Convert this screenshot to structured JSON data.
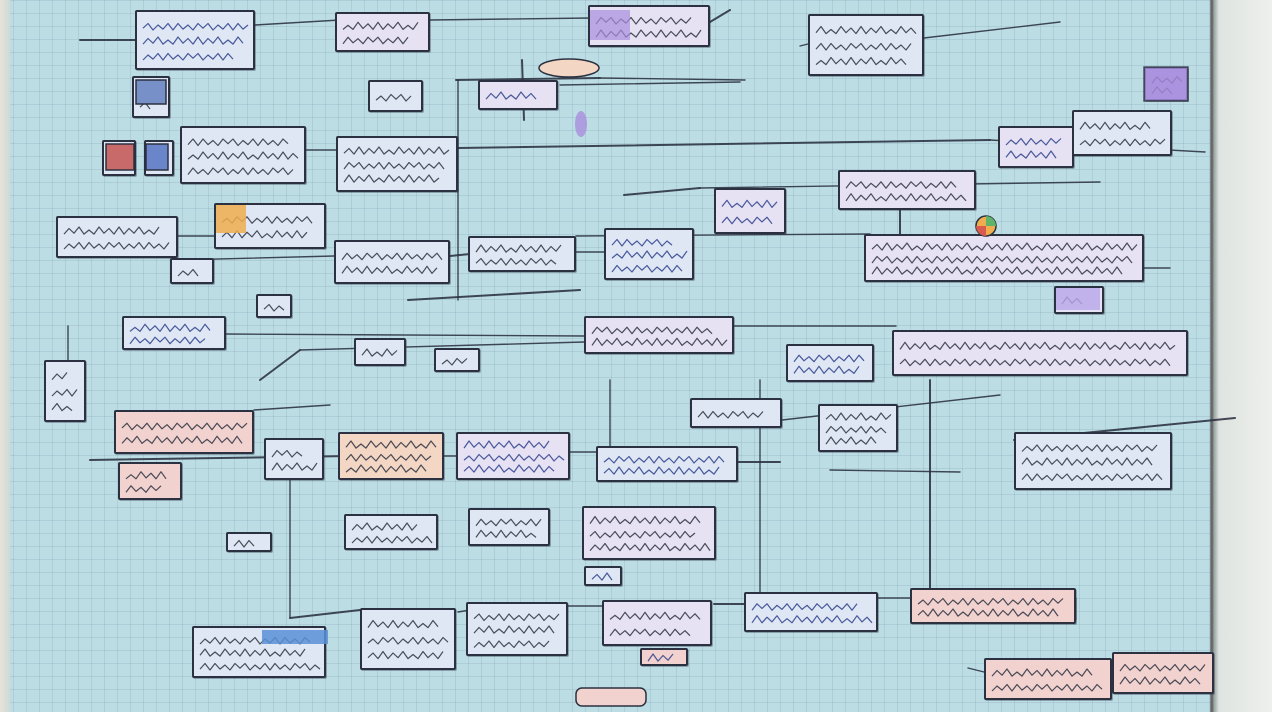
{
  "canvas": {
    "background": "#bddde5",
    "grid": true
  },
  "colors": {
    "ink": "#2b3140",
    "note_blue": "#dfe6f4",
    "note_lavender": "#e6e1f3",
    "note_pink": "#f1d2cf",
    "note_peach": "#f3d6c4",
    "accent_orange": "#f0ad4e",
    "accent_purple": "#a98fde",
    "accent_blue": "#5b8fd6"
  },
  "legible_text": [],
  "nodes": [
    {
      "id": "n01",
      "fill": "#dfe6f4"
    },
    {
      "id": "n02",
      "fill": "#e6e1f3"
    },
    {
      "id": "n03",
      "fill": "#e6e1f3"
    },
    {
      "id": "n04",
      "fill": "#dfe6f4"
    },
    {
      "id": "n05",
      "fill": "#dfe6f4"
    },
    {
      "id": "n06",
      "fill": "#e6e1f3"
    },
    {
      "id": "n07",
      "fill": "#b8a6ea"
    },
    {
      "id": "n08",
      "fill": "#dfe6f4"
    },
    {
      "id": "n09",
      "fill": "#dfe6f4"
    },
    {
      "id": "n10",
      "fill": "#dfe6f4"
    },
    {
      "id": "n11",
      "fill": "#e6e1f3"
    },
    {
      "id": "n12",
      "fill": "#dfe6f4"
    },
    {
      "id": "n13",
      "fill": "#dfe6f4"
    },
    {
      "id": "n14",
      "fill": "#dfe6f4"
    },
    {
      "id": "n15",
      "fill": "#e6e1f3"
    },
    {
      "id": "n16",
      "fill": "#e6e1f3"
    },
    {
      "id": "n17",
      "fill": "#dfe6f4"
    },
    {
      "id": "n18",
      "fill": "#dfe6f4"
    },
    {
      "id": "n19",
      "fill": "#dfe6f4"
    },
    {
      "id": "n20",
      "fill": "#dfe6f4"
    },
    {
      "id": "n21",
      "fill": "#dfe6f4"
    },
    {
      "id": "n22",
      "fill": "#e6e1f3"
    },
    {
      "id": "n23",
      "fill": "#dfe6f4"
    },
    {
      "id": "n24",
      "fill": "#e6e1f3"
    },
    {
      "id": "n25",
      "fill": "#dfe6f4"
    },
    {
      "id": "n26",
      "fill": "#dfe6f4"
    },
    {
      "id": "n27",
      "fill": "#e6e1f3"
    },
    {
      "id": "n28",
      "fill": "#dfe6f4"
    },
    {
      "id": "n29",
      "fill": "#dfe6f4"
    },
    {
      "id": "n30",
      "fill": "#dfe6f4"
    },
    {
      "id": "n31",
      "fill": "#dfe6f4"
    },
    {
      "id": "n32",
      "fill": "#e6e1f3"
    },
    {
      "id": "n33",
      "fill": "#dfe6f4"
    },
    {
      "id": "n34",
      "fill": "#dfe6f4"
    },
    {
      "id": "n35",
      "fill": "#dfe6f4"
    },
    {
      "id": "n36",
      "fill": "#e6e1f3"
    },
    {
      "id": "n37",
      "fill": "#f1d2cf"
    },
    {
      "id": "n38",
      "fill": "#f1d2cf"
    },
    {
      "id": "n39",
      "fill": "#dfe6f4"
    },
    {
      "id": "n40",
      "fill": "#f3d6c4"
    },
    {
      "id": "n41",
      "fill": "#dfe6f4"
    },
    {
      "id": "n42",
      "fill": "#dfe6f4"
    },
    {
      "id": "n43",
      "fill": "#dfe6f4"
    },
    {
      "id": "n44",
      "fill": "#e6e1f3"
    },
    {
      "id": "n45",
      "fill": "#dfe6f4"
    },
    {
      "id": "n46",
      "fill": "#dfe6f4"
    },
    {
      "id": "n47",
      "fill": "#dfe6f4"
    },
    {
      "id": "n48",
      "fill": "#dfe6f4"
    },
    {
      "id": "n49",
      "fill": "#dfe6f4"
    },
    {
      "id": "n50",
      "fill": "#e6e1f3"
    },
    {
      "id": "n51",
      "fill": "#dfe6f4"
    },
    {
      "id": "n52",
      "fill": "#e6e1f3"
    },
    {
      "id": "n53",
      "fill": "#f1d2cf"
    },
    {
      "id": "n54",
      "fill": "#f1d2cf"
    },
    {
      "id": "n55",
      "fill": "#f1d2cf"
    },
    {
      "id": "n56",
      "fill": "#f1d2cf"
    }
  ],
  "links_count": 48
}
